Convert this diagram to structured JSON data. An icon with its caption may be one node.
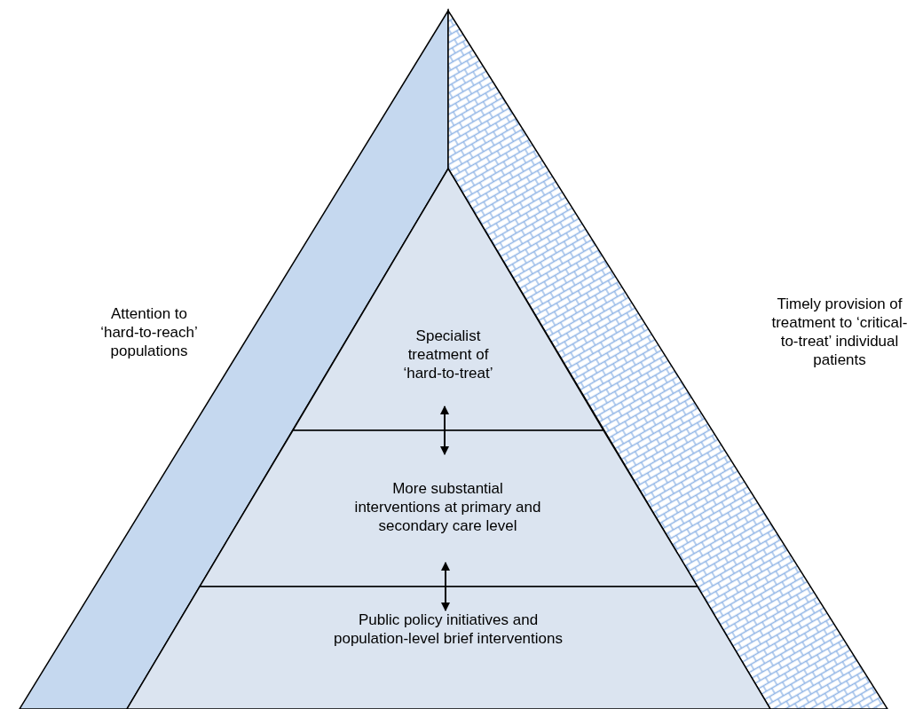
{
  "diagram": {
    "nodes": [
      {
        "text": [],
        "shape": "band",
        "beside": [
          "Attention to ‘hard-to-reach’ populations"
        ]
      },
      {
        "text": [],
        "shape": "band",
        "beside": [
          "Timely provision of treatment to ‘critical-to-treat’ individual patients"
        ]
      },
      {
        "text": [
          "Specialist treatment of ‘hard-to-treat’"
        ]
      },
      {
        "text": [
          "More substantial interventions at primary and secondary care level"
        ]
      },
      {
        "text": [
          "Public policy initiatives and population-level brief interventions"
        ]
      }
    ],
    "edges": [
      {
        "from": 2,
        "to": 3,
        "arrow": "both"
      },
      {
        "from": 3,
        "to": 4,
        "arrow": "both"
      }
    ]
  }
}
